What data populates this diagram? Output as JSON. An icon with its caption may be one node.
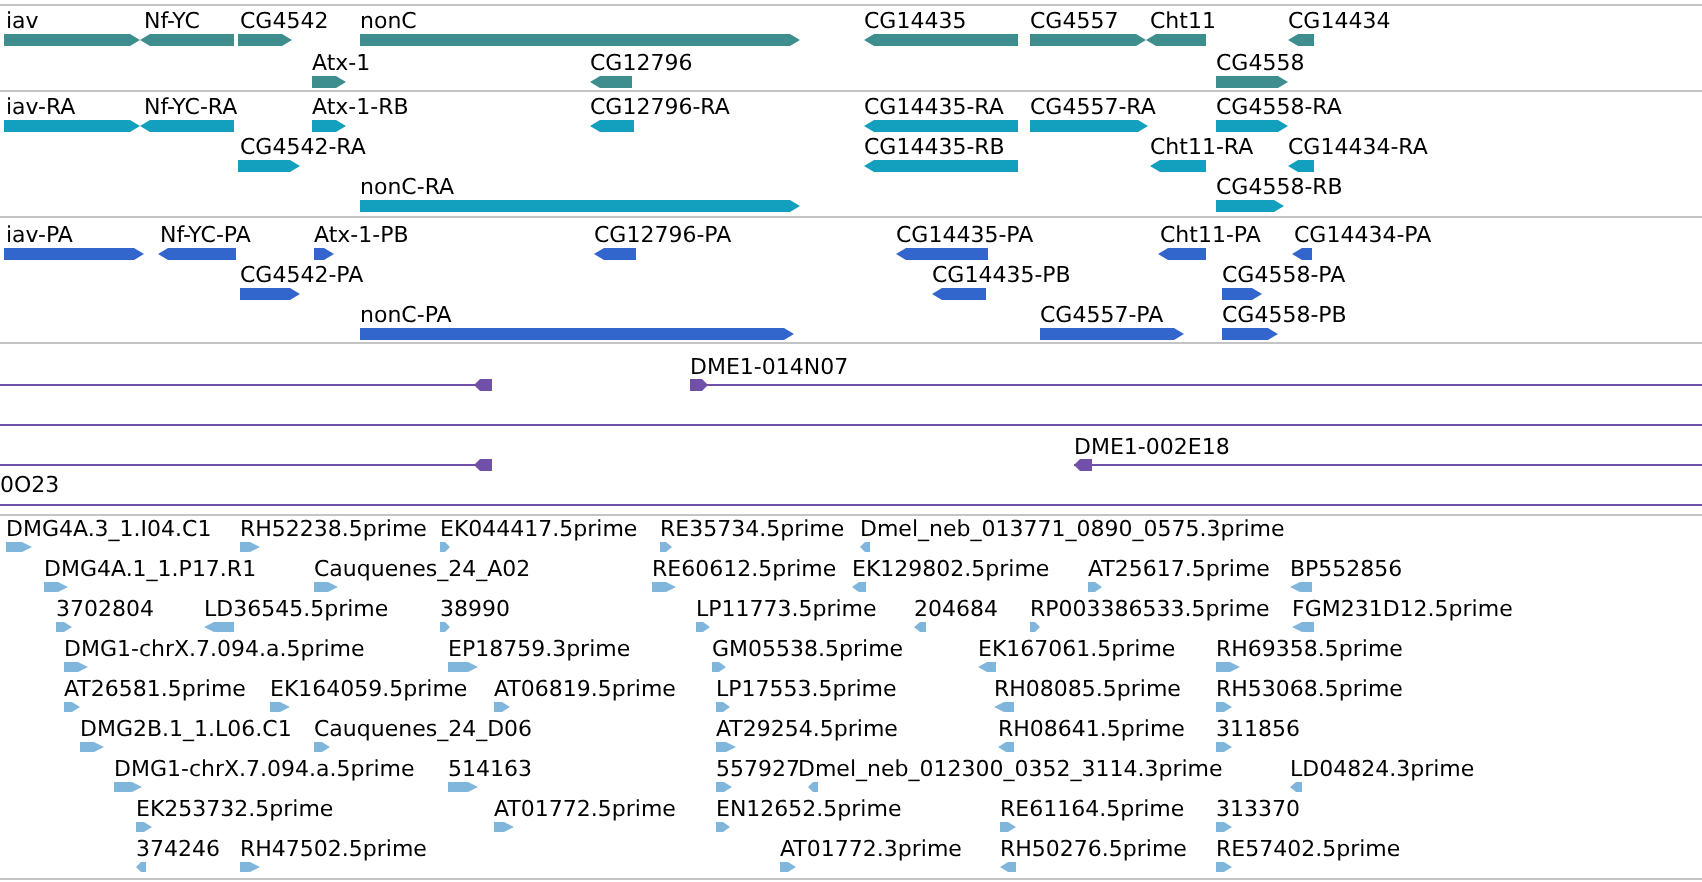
{
  "diagram": {
    "labels": [
      "iav",
      "Nf-YC",
      "CG4542",
      "nonC",
      "CG14435",
      "CG4557",
      "Cht11",
      "CG14434",
      "Atx-1",
      "CG12796",
      "CG4558",
      "iav-RA",
      "Nf-YC-RA",
      "Atx-1-RB",
      "CG12796-RA",
      "CG14435-RA",
      "CG4557-RA",
      "CG4558-RA",
      "CG4542-RA",
      "CG14435-RB",
      "Cht11-RA",
      "CG14434-RA",
      "nonC-RA",
      "CG4558-RB",
      "iav-PA",
      "Nf-YC-PA",
      "Atx-1-PB",
      "CG12796-PA",
      "CG14435-PA",
      "Cht11-PA",
      "CG14434-PA",
      "CG4542-PA",
      "CG14435-PB",
      "CG4558-PA",
      "nonC-PA",
      "CG4557-PA",
      "CG4558-PB",
      "DME1-014N07",
      "DME1-002E18",
      "0O23",
      "DMG4A.3_1.I04.C1",
      "RH52238.5prime",
      "EK044417.5prime",
      "RE35734.5prime",
      "Dmel_neb_013771_0890_0575.3prime",
      "DMG4A.1_1.P17.R1",
      "Cauquenes_24_A02",
      "RE60612.5prime",
      "EK129802.5prime",
      "AT25617.5prime",
      "BP552856",
      "3702804",
      "LD36545.5prime",
      "38990",
      "LP11773.5prime",
      "204684",
      "RP003386533.5prime",
      "FGM231D12.5prime",
      "DMG1-chrX.7.094.a.5prime",
      "EP18759.3prime",
      "GM05538.5prime",
      "EK167061.5prime",
      "RH69358.5prime",
      "AT26581.5prime",
      "EK164059.5prime",
      "AT06819.5prime",
      "LP17553.5prime",
      "RH08085.5prime",
      "RH53068.5prime",
      "DMG2B.1_1.L06.C1",
      "Cauquenes_24_D06",
      "AT29254.5prime",
      "RH08641.5prime",
      "311856",
      "DMG1-chrX.7.094.a.5prime",
      "514163",
      "557927",
      "Dmel_neb_012300_0352_3114.3prime",
      "LD04824.3prime",
      "EK253732.5prime",
      "AT01772.5prime",
      "EN12652.5prime",
      "RE61164.5prime",
      "313370",
      "374246",
      "RH47502.5prime",
      "AT01772.3prime",
      "RH50276.5prime",
      "RE57402.5prime"
    ]
  }
}
